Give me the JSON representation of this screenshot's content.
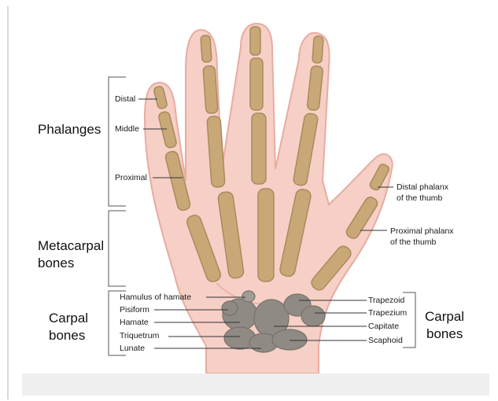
{
  "groups": {
    "phalanges": "Phalanges",
    "metacarpal": [
      "Metacarpal",
      "bones"
    ],
    "carpal_left": [
      "Carpal",
      "bones"
    ],
    "carpal_right": [
      "Carpal",
      "bones"
    ]
  },
  "left_labels": {
    "distal": "Distal",
    "middle": "Middle",
    "proximal": "Proximal",
    "hamulus": "Hamulus of hamate",
    "pisiform": "Pisiform",
    "hamate": "Hamate",
    "triquetrum": "Triquetrum",
    "lunate": "Lunate"
  },
  "right_labels": {
    "distal_thumb": [
      "Distal phalanx",
      "of the thumb"
    ],
    "proximal_thumb": [
      "Proximal phalanx",
      "of the thumb"
    ],
    "trapezoid": "Trapezoid",
    "trapezium": "Trapezium",
    "capitate": "Capitate",
    "scaphoid": "Scaphoid"
  },
  "colors": {
    "skin": "#f6cfc6",
    "skin_edge": "#e8aca0",
    "bone": "#c9a878",
    "bone_dark": "#a98a5c",
    "carpal": "#8f8a84",
    "line": "#333333"
  }
}
